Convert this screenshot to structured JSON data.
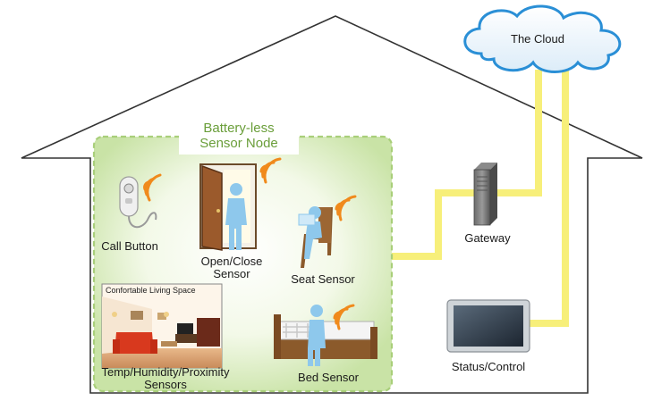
{
  "cloud": {
    "label": "The Cloud"
  },
  "sensor_node": {
    "title_line1": "Battery-less",
    "title_line2": "Sensor Node"
  },
  "devices": {
    "call_button": "Call Button",
    "open_close_line1": "Open/Close",
    "open_close_line2": "Sensor",
    "seat_sensor": "Seat Sensor",
    "bed_sensor": "Bed Sensor",
    "temp_line1": "Temp/Humidity/Proximity",
    "temp_line2": "Sensors",
    "room_caption": "Confortable Living Space",
    "gateway": "Gateway",
    "status_control": "Status/Control"
  },
  "colors": {
    "link": "#f7ef7a",
    "house_outline": "#333333",
    "node_border": "#a9cf7a",
    "node_title": "#6a9e3a",
    "signal": "#f08a1c",
    "person": "#8ec8ec"
  }
}
